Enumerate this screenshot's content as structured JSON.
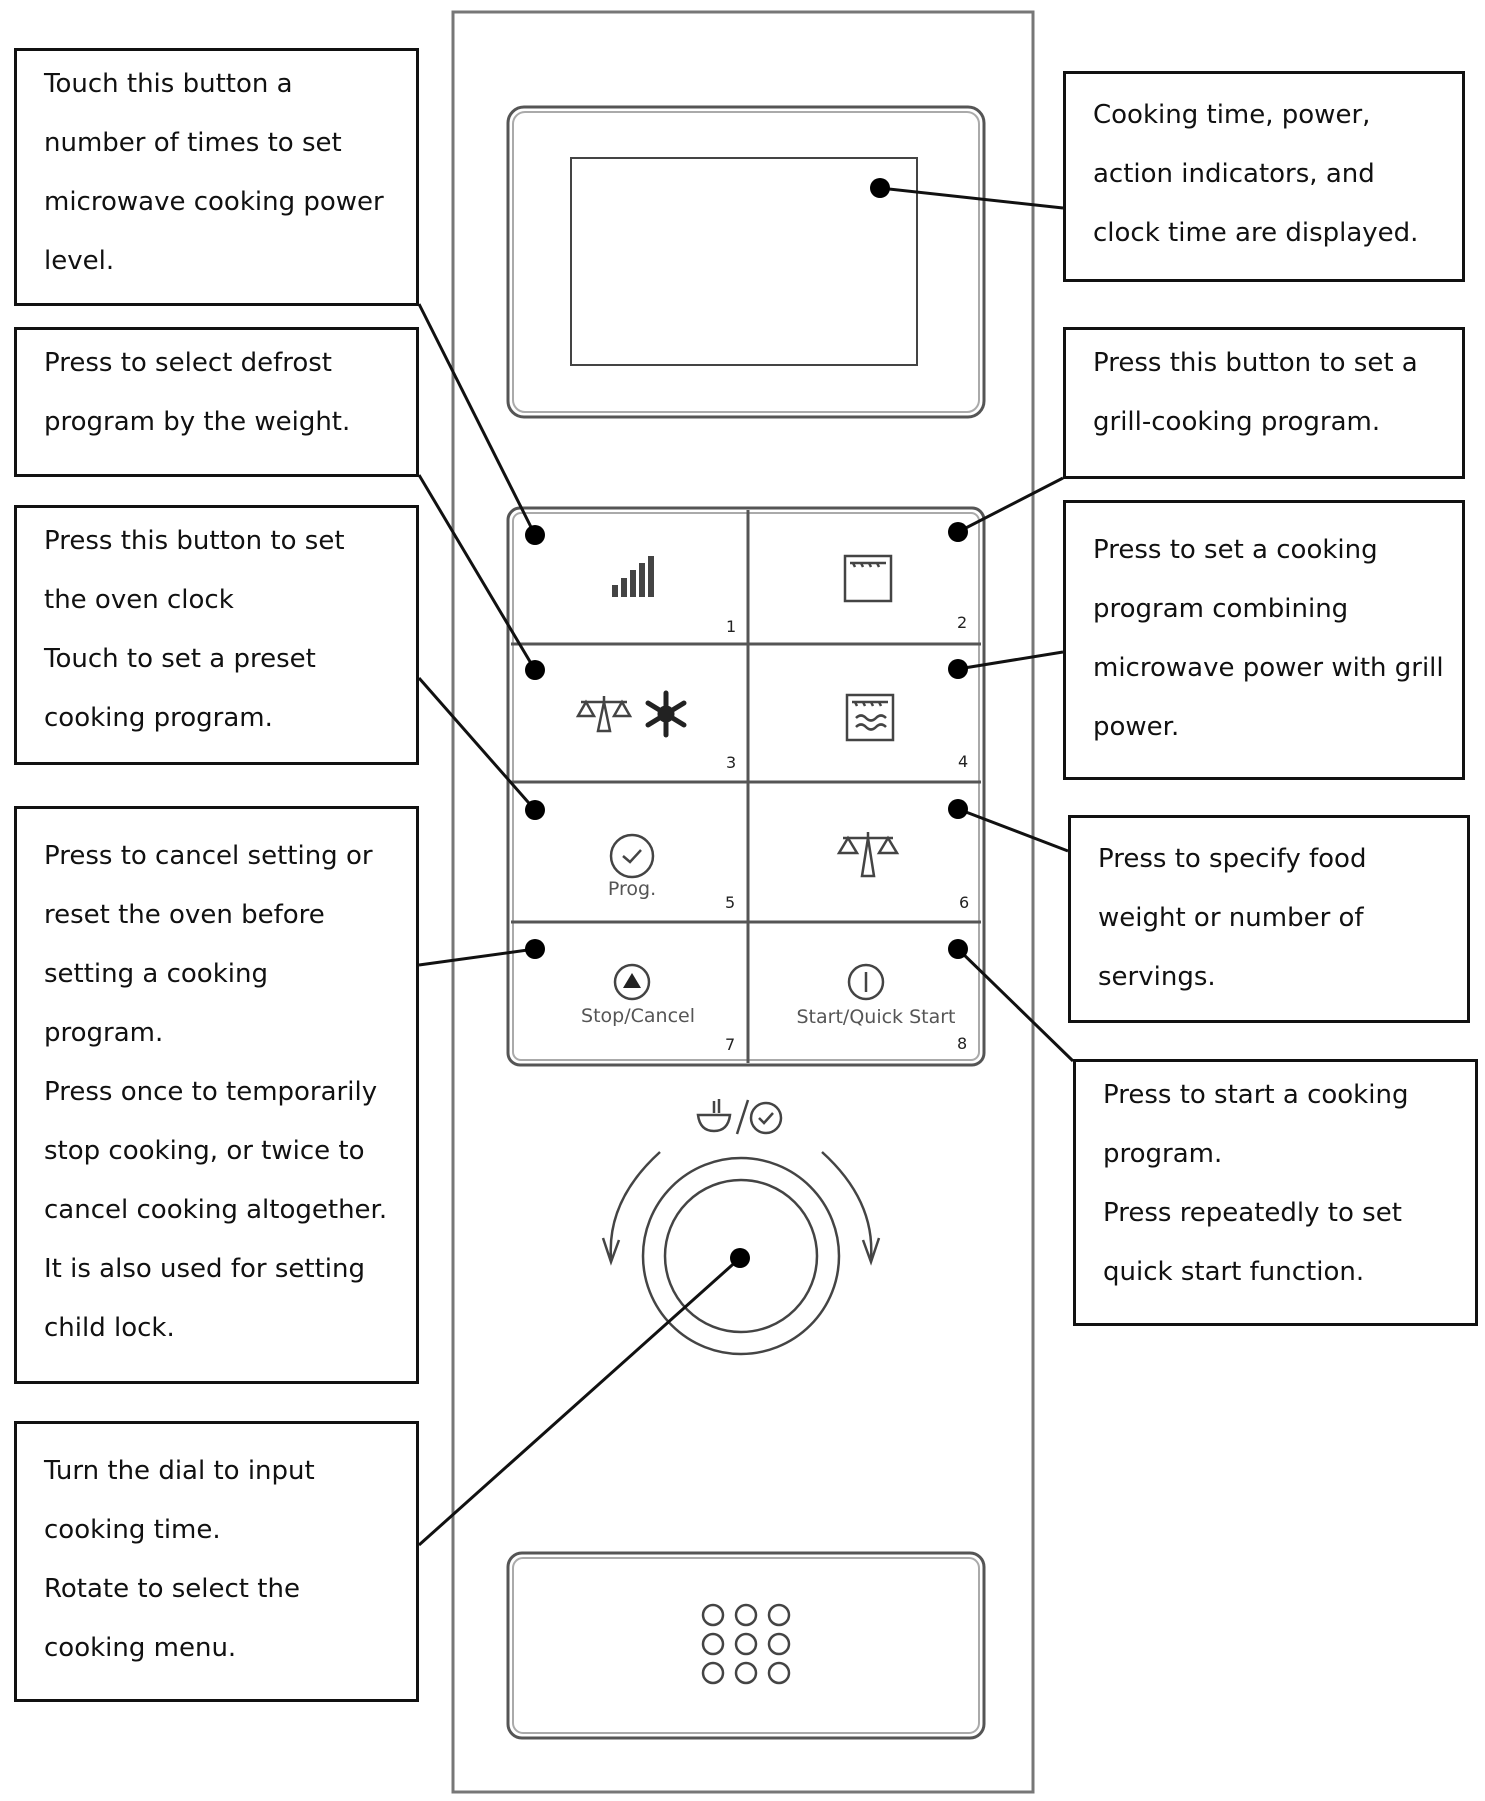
{
  "callouts": {
    "power_level": [
      "Touch this button a",
      "number of times to set",
      "microwave cooking power",
      "level."
    ],
    "defrost": [
      "Press to select defrost",
      "program by the weight."
    ],
    "clock": [
      "Press this button to set",
      "the oven clock",
      "Touch to set a preset",
      "cooking program."
    ],
    "stop_cancel": [
      "Press  to cancel setting or",
      "reset the oven before",
      "setting a cooking",
      "program.",
      "Press once to temporarily",
      "stop cooking, or twice to",
      "cancel cooking altogether.",
      "It is also used for setting",
      "child lock."
    ],
    "dial": [
      "Turn the dial to input",
      "cooking time.",
      "Rotate to select the",
      "cooking menu."
    ],
    "display": [
      "Cooking time, power,",
      "action indicators, and",
      "clock time are displayed."
    ],
    "grill": [
      "Press this button to set a",
      "grill-cooking program."
    ],
    "combi": [
      "Press to set a cooking",
      "program combining",
      "microwave power with grill",
      "power."
    ],
    "weight": [
      "Press to specify food",
      "weight or number of",
      "servings."
    ],
    "start": [
      "Press to start a cooking",
      "program.",
      "Press repeatedly to set",
      "quick start function."
    ]
  },
  "buttons": {
    "b1": {
      "number": "1"
    },
    "b2": {
      "number": "2"
    },
    "b3": {
      "number": "3"
    },
    "b4": {
      "number": "4"
    },
    "b5": {
      "number": "5",
      "label": "Prog."
    },
    "b6": {
      "number": "6"
    },
    "b7": {
      "number": "7",
      "label": "Stop/Cancel"
    },
    "b8": {
      "number": "8",
      "label": "Start/Quick Start"
    }
  },
  "icons": {
    "b1": "power-level-bars-icon",
    "b2": "grill-icon",
    "b3": "scale-snowflake-defrost-icon",
    "b4": "combi-grill-microwave-icon",
    "b5": "clock-check-icon",
    "b6": "scale-icon",
    "b7": "stop-eject-icon",
    "b8": "start-power-icon",
    "dial_header": "bowl-clock-icon",
    "door": "door-release-grid-icon"
  },
  "colors": {
    "line": "#111111",
    "panel_stroke": "#555555",
    "label_text": "#555555"
  }
}
